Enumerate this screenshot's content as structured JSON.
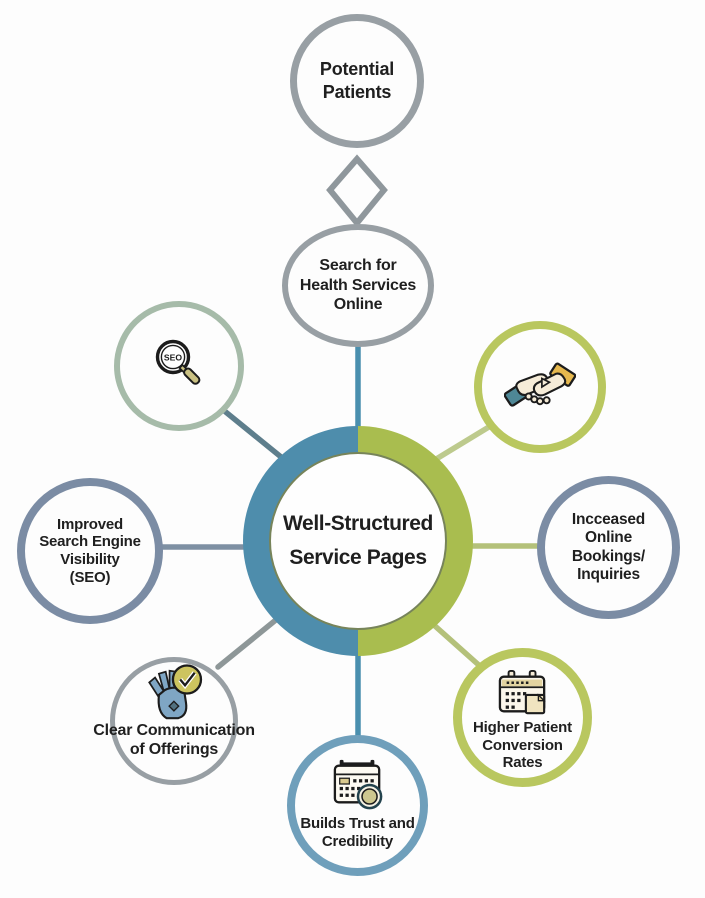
{
  "colors": {
    "bg": "#fdfdfd",
    "ink": "#1f1f1f",
    "grayRing": "#989fa4",
    "sageRing": "#a6bba9",
    "oliveRing": "#b9c75f",
    "slateRing": "#7b8ca4",
    "steelRing": "#6f9fbb",
    "hubBlue": "#4e8dac",
    "hubGreen": "#a9bd4f",
    "hubEdge": "#77845a",
    "lineTeal": "#4a8fae",
    "lineSlate": "#7e90a3",
    "lineSlateTeal": "#5e7e8c",
    "lineGray": "#8e9798",
    "lineOlive": "#b4c17a",
    "lineOliveLight": "#bdca8d",
    "diamondGray": "#8f979c",
    "iconInk": "#1c1c1c",
    "iconTan": "#cac183",
    "iconCream": "#f6ecd8",
    "iconGold": "#e6b84e",
    "iconTeal": "#4e8796",
    "iconHandBlue": "#7fa6c4",
    "iconOlive": "#cdc45f",
    "iconBadgeFill": "#cdc78f",
    "iconTanBand": "#e2d3a0"
  },
  "hub": {
    "label": "Well-Structured\nService Pages"
  },
  "nodes": {
    "potential": {
      "label": "Potential\nPatients"
    },
    "search": {
      "label": "Search for\nHealth Services\nOnline"
    },
    "seo": {
      "icon": "seo-magnifier",
      "badge": "SEO"
    },
    "handshake": {
      "icon": "handshake"
    },
    "improved": {
      "label": "Improved\nSearch Engine\nVisibility\n(SEO)"
    },
    "increased": {
      "label": "Incceased\nOnline\nBookings/\nInquiries"
    },
    "clear": {
      "label": "Clear Communication\nof Offerings",
      "icon": "hand-ok-check"
    },
    "higher": {
      "label": "Higher Patient\nConversion\nRates",
      "icon": "calendar-note"
    },
    "trust": {
      "label": "Builds Trust and\nCredibility",
      "icon": "calendar-badge"
    }
  }
}
